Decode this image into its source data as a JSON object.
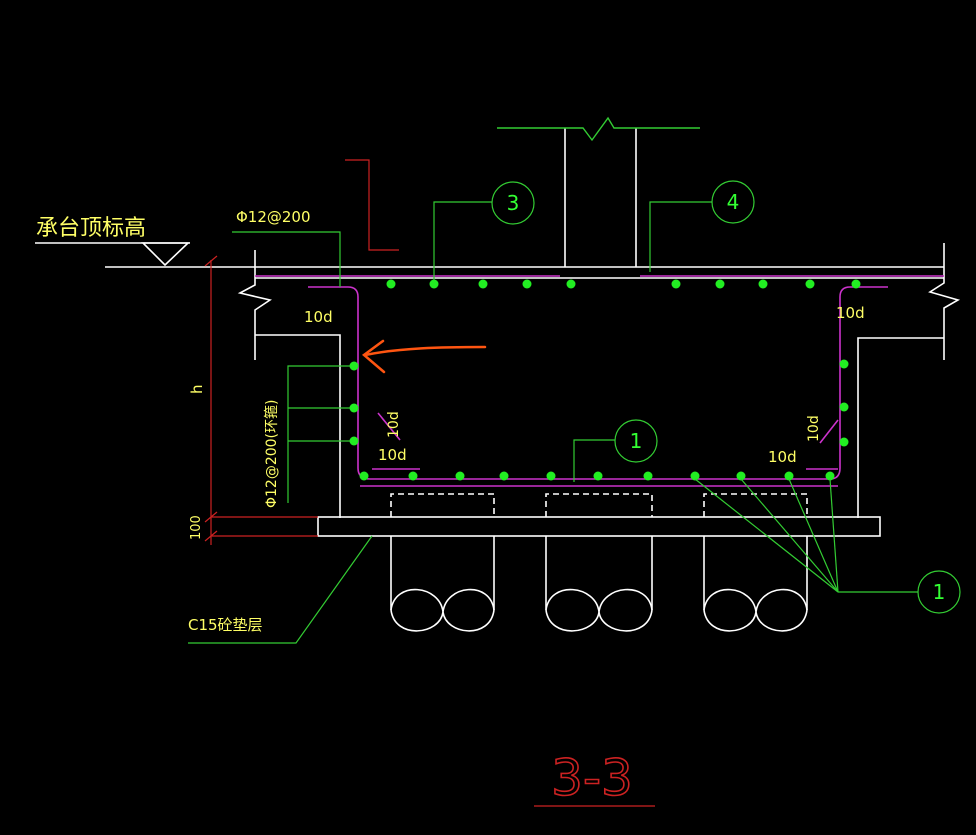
{
  "labels": {
    "elevation": "承台顶标高",
    "top_rebar": "Φ12@200",
    "side_rebar": "Φ12@200(环箍)",
    "anchor": "10d",
    "height": "h",
    "pad_thickness": "100",
    "cushion": "C15砼垫层",
    "section_title": "3-3"
  },
  "callouts": [
    "3",
    "4",
    "1",
    "1"
  ],
  "colors": {
    "background": "#000000",
    "concrete": "#ffffff",
    "rebar": "#cc33cc",
    "rebar_dot": "#22ee22",
    "leader": "#33cc33",
    "text": "#ffff66",
    "dimension": "#cc2222",
    "marker": "#ff5511",
    "title": "#cc2222"
  }
}
